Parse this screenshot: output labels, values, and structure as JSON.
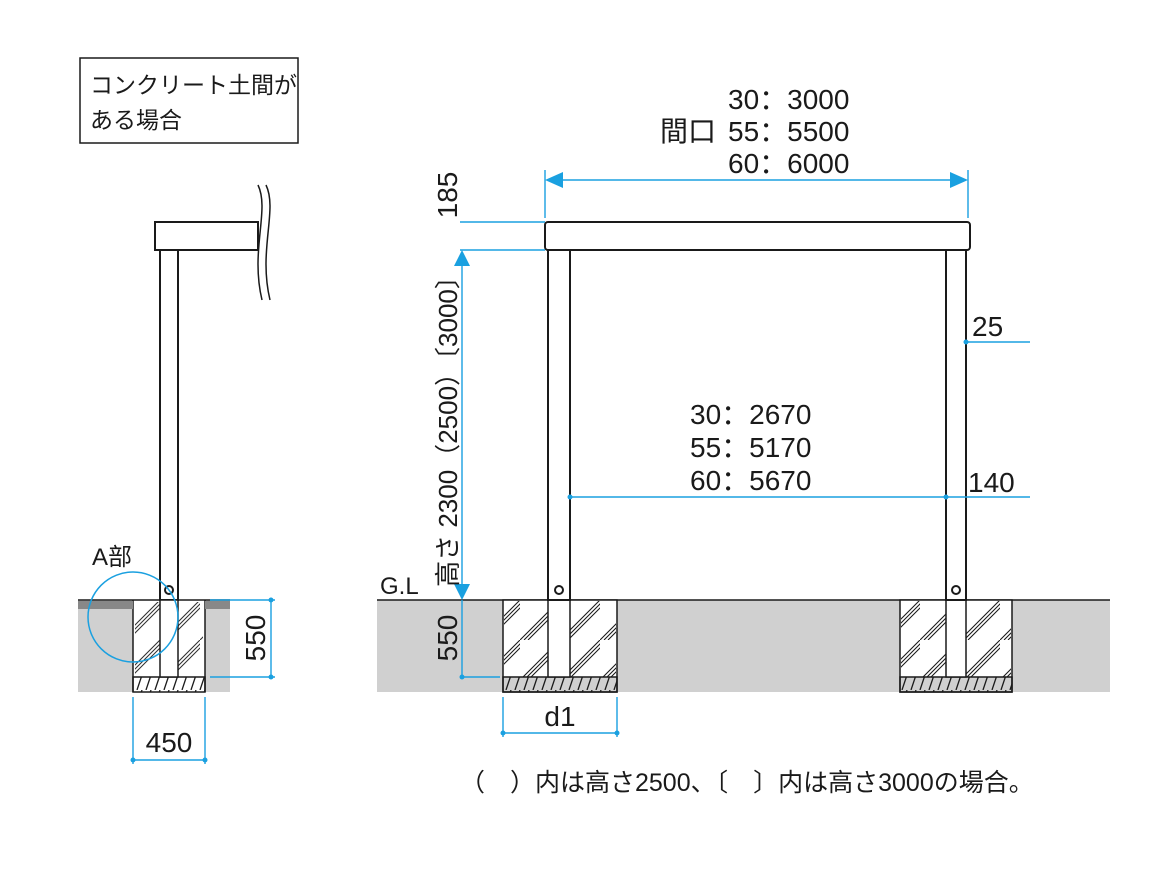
{
  "note_box": {
    "line1": "コンクリート土間が",
    "line2": "ある場合"
  },
  "left_detail": {
    "label_a": "A部",
    "depth": "550",
    "width": "450"
  },
  "front_view": {
    "frontage_label": "間口",
    "frontage": [
      "30：3000",
      "55：5500",
      "60：6000"
    ],
    "beam_height": "185",
    "height_label": "高さ 2300（2500）〔3000〕",
    "post_offset": "25",
    "inner_span": [
      "30：2670",
      "55：5170",
      "60：5670"
    ],
    "post_size": "140",
    "gl": "G.L",
    "depth": "550",
    "foundation_width": "d1"
  },
  "footnote": "（　）内は高さ2500、〔　〕内は高さ3000の場合。",
  "colors": {
    "dimension": "#1aa0e0",
    "ground": "#d0d0d0"
  }
}
